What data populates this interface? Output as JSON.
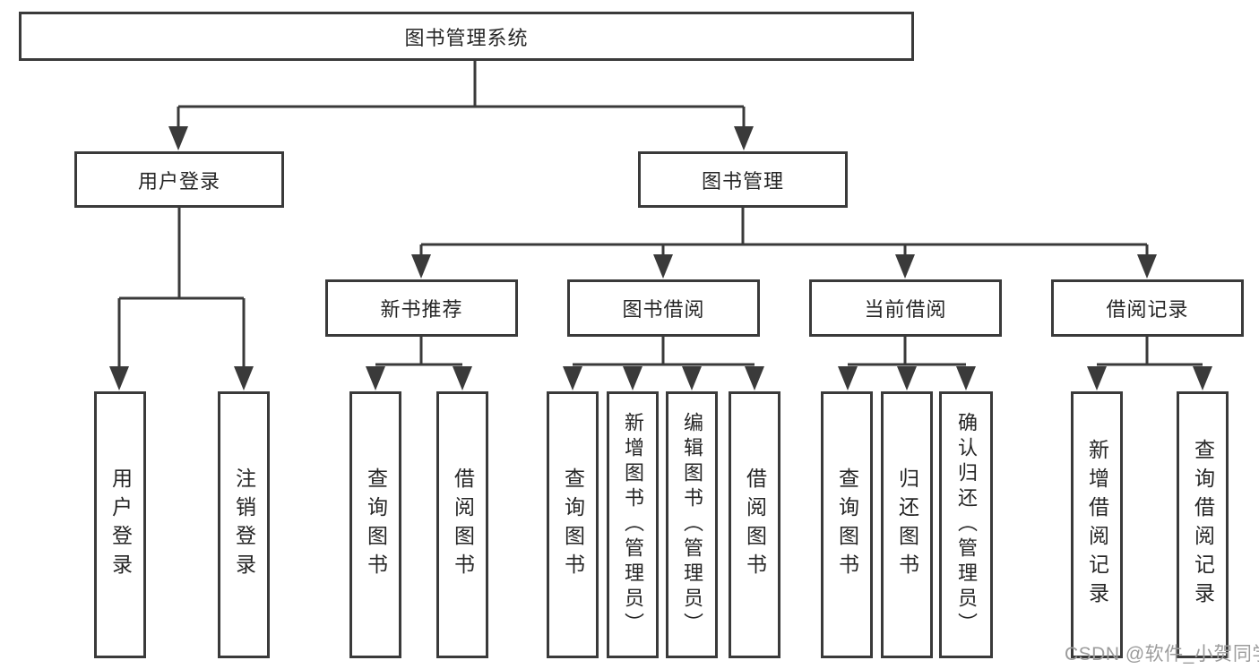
{
  "diagram": {
    "title": "图书管理系统",
    "level2": [
      {
        "label": "用户登录"
      },
      {
        "label": "图书管理"
      }
    ],
    "level3": [
      {
        "label": "新书推荐",
        "parent": "图书管理"
      },
      {
        "label": "图书借阅",
        "parent": "图书管理"
      },
      {
        "label": "当前借阅",
        "parent": "图书管理"
      },
      {
        "label": "借阅记录",
        "parent": "图书管理"
      }
    ],
    "leaves": [
      {
        "label": "用户登录",
        "parent": "用户登录"
      },
      {
        "label": "注销登录",
        "parent": "用户登录"
      },
      {
        "label": "查询图书",
        "parent": "新书推荐"
      },
      {
        "label": "借阅图书",
        "parent": "新书推荐"
      },
      {
        "label": "查询图书",
        "parent": "图书借阅"
      },
      {
        "label": "新增图书（管理员）",
        "parent": "图书借阅"
      },
      {
        "label": "编辑图书（管理员）",
        "parent": "图书借阅"
      },
      {
        "label": "借阅图书",
        "parent": "图书借阅"
      },
      {
        "label": "查询图书",
        "parent": "当前借阅"
      },
      {
        "label": "归还图书",
        "parent": "当前借阅"
      },
      {
        "label": "确认归还（管理员）",
        "parent": "当前借阅"
      },
      {
        "label": "新增借阅记录",
        "parent": "借阅记录"
      },
      {
        "label": "查询借阅记录",
        "parent": "借阅记录"
      }
    ],
    "watermark": "CSDN @软件_小贺同学",
    "colors": {
      "line": "#3a3a3a",
      "text": "#262626",
      "watermark": "#9c9c9c",
      "background": "#ffffff"
    }
  }
}
